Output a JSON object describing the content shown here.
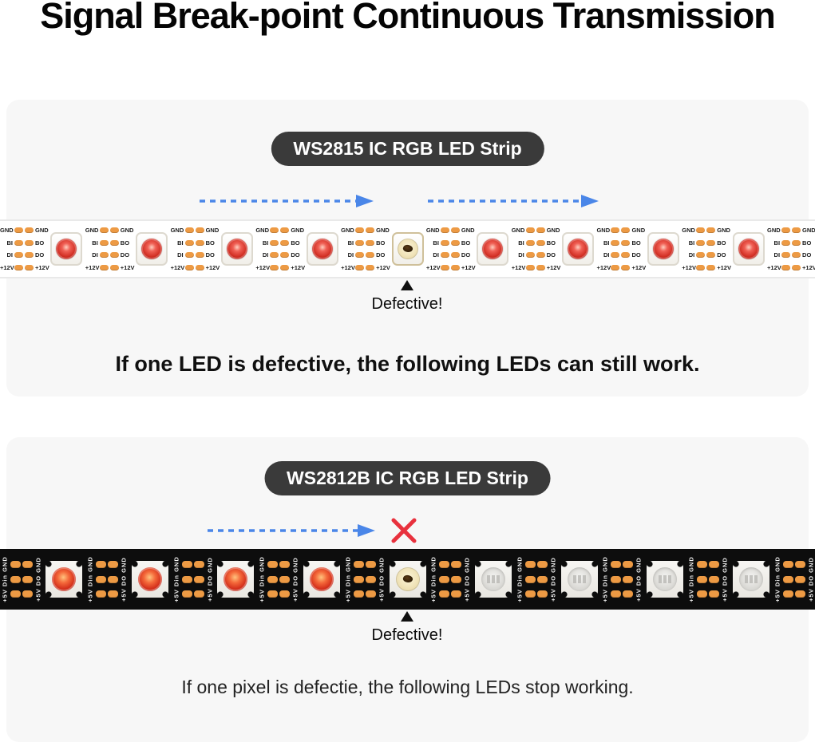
{
  "title": "Signal Break-point Continuous Transmission",
  "colors": {
    "arrow_blue": "#4a86e8",
    "x_red": "#e8313d",
    "pad_copper": "#ed9a44",
    "badge_bg": "#3a3a3a",
    "panel_bg": "#f7f7f7",
    "strip2_bg": "#0d0d0d"
  },
  "panel1": {
    "badge": "WS2815 IC RGB LED Strip",
    "defective_label": "Defective!",
    "caption": "If one LED is defective, the following LEDs can still work.",
    "strip": {
      "type": "WS2815",
      "junction_labels_left": [
        "GND",
        "BI",
        "DI",
        "+12V"
      ],
      "junction_labels_right": [
        "GND",
        "BO",
        "DO",
        "+12V"
      ],
      "leds": [
        "on",
        "on",
        "on",
        "on",
        "defective",
        "on",
        "on",
        "on",
        "on"
      ]
    }
  },
  "panel2": {
    "badge": "WS2812B IC RGB LED Strip",
    "defective_label": "Defective!",
    "caption": "If one pixel is defectie, the following LEDs stop working.",
    "strip": {
      "type": "WS2812B",
      "junction_label_left": "+5V Din GND",
      "junction_label_right": "+5V DO GND",
      "leds": [
        "on",
        "on",
        "on",
        "on",
        "defective",
        "off",
        "off",
        "off",
        "off"
      ]
    }
  }
}
